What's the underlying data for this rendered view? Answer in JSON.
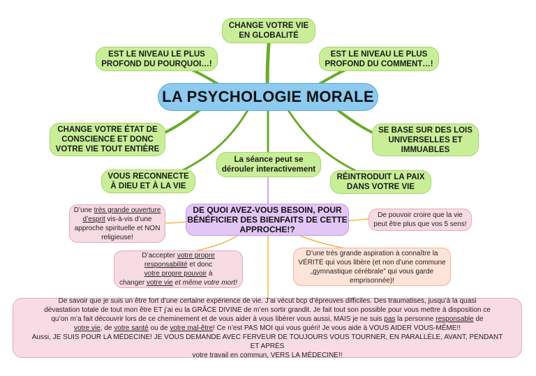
{
  "central": "LA PSYCHOLOGIE MORALE",
  "branches": {
    "globalite_1": "CHANGE VOTRE VIE",
    "globalite_2": "EN GLOBALITÉ",
    "pourquoi_1": "EST LE NIVEAU LE PLUS",
    "pourquoi_2": "PROFOND DU POURQUOI…!",
    "comment_1": "EST LE NIVEAU LE PLUS",
    "comment_2": "PROFOND DU COMMENT…!",
    "etat_1": "CHANGE VOTRE ÉTAT DE",
    "etat_2": "CONSCIENCE ET DONC",
    "etat_3": "VOTRE VIE TOUT ENTIÈRE",
    "lois_1": "SE BASE SUR DES LOIS",
    "lois_2": "UNIVERSELLES ET",
    "lois_3": "IMMUABLES",
    "seance_1": "La séance peut se",
    "seance_2": "dérouler interactivement",
    "dieu_1": "VOUS RECONNECTE",
    "dieu_2": "À DIEU ET À LA VIE",
    "paix_1": "RÉINTRODUIT LA PAIX",
    "paix_2": "DANS VOTRE VIE"
  },
  "question": {
    "line1": "DE QUOI AVEZ-VOUS BESOIN, POUR",
    "line2": "BÉNÉFICIER DES BIENFAITS DE CETTE",
    "line3": "APPROCHE!?"
  },
  "needs": {
    "ouverture": {
      "t1": "D’une ",
      "u1": "très grande ouverture",
      "u2": "d’esprit",
      "t2": " vis-à-vis d’une",
      "t3": "approche spirituelle et NON",
      "t4": "religieuse!"
    },
    "croire": {
      "l1": "De pouvoir croire que la vie",
      "l2": "peut être plus que vos 5 sens!"
    },
    "responsabilite": {
      "t1": "D’accepter ",
      "u1": "votre propre",
      "u2": "responsabilité",
      "t2": " et donc",
      "u3": "votre propre pouvoir",
      "t3": " à",
      "t4": "changer ",
      "u4": "votre vie",
      "i1": " et même votre mort!"
    },
    "verite": {
      "l1": "D’une très grande aspiration à connaître la",
      "l2": "VÉRITÉ qui vous libère (et non d’une commune",
      "l3": "„gymnastique cérébrale” qui vous garde",
      "l4": "emprisonnée)!"
    }
  },
  "story": {
    "p1l1": "De savoir que je suis un être fort d’une certaine expérience de vie. J’ai vécut bcp d’épreuves difficiles. Des traumatises, jusqu’à la quasi",
    "p1l2": "dévastation totale de tout mon être ET j’ai eu la GRÂCE DIVINE de m’en sortir grandit. Je fait tout son possible pour vous mettre à disposition ce",
    "p1l3a": "qu’on m’a fait découvrir lors de ce cheminement et de vous aider à vous libérer vous aussi, MAIS je ne suis ",
    "p1l3u1": "pas",
    "p1l3b": " la personne ",
    "p1l3u2": "responsable",
    "p1l3c": " de",
    "p1l4u1": "votre vie",
    "p1l4a": ", de ",
    "p1l4u2": "votre santé",
    "p1l4b": " ou de ",
    "p1l4u3": "votre mal-être",
    "p1l4c": "! Ce n’est PAS MOI qui vous guéri! Je vous aide à VOUS AIDER VOUS-MÊME!!",
    "p2l1": "Aussi, JE SUIS POUR LA MÉDECINE! JE VOUS DEMANDE AVEC FERVEUR DE TOUJOURS VOUS TOURNER, EN PARALLÈLE, AVANT, PENDANT ET APRÈS",
    "p2l2": "votre travail en commun, VERS LA MÉDECINE!!"
  },
  "colors": {
    "green_node": "#c9ee98",
    "green_branch": "#6aab2a",
    "central": "#8ccaf0",
    "question": "#e2c6f5",
    "pink": "#f7dbe3",
    "peach": "#fde3d8",
    "orange_branch": "#f0b849",
    "purple_branch": "#cfa6ee"
  }
}
